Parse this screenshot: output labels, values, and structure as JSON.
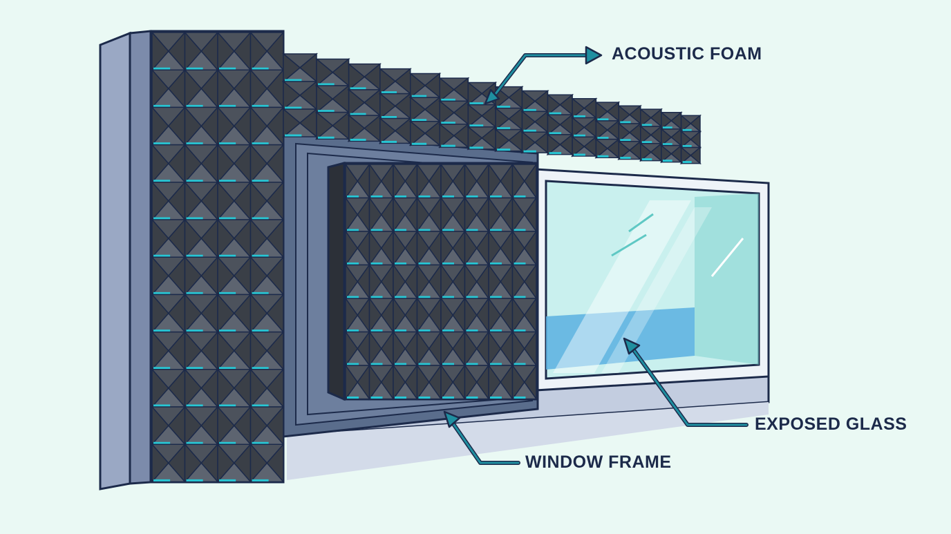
{
  "labels": {
    "acoustic_foam": "ACOUSTIC FOAM",
    "exposed_glass": "EXPOSED GLASS",
    "window_frame": "WINDOW FRAME"
  },
  "colors": {
    "background": "#eaf9f4",
    "outline": "#1c2a4a",
    "label_text": "#1c2a4a",
    "arrow": "#1f8fa0",
    "foam_dark": "#3a3f47",
    "foam_mid": "#4c525c",
    "foam_light": "#5d6470",
    "foam_accent": "#27c7d4",
    "wall_side": "#9aa8c4",
    "wall_bottom": "#c3cde0",
    "frame": "#5a6d8c",
    "frame_inner": "#6d7f9e",
    "glass": "#c9f0ee",
    "glass_edge": "#7fd3cf",
    "sky": "#5ab0e0"
  }
}
